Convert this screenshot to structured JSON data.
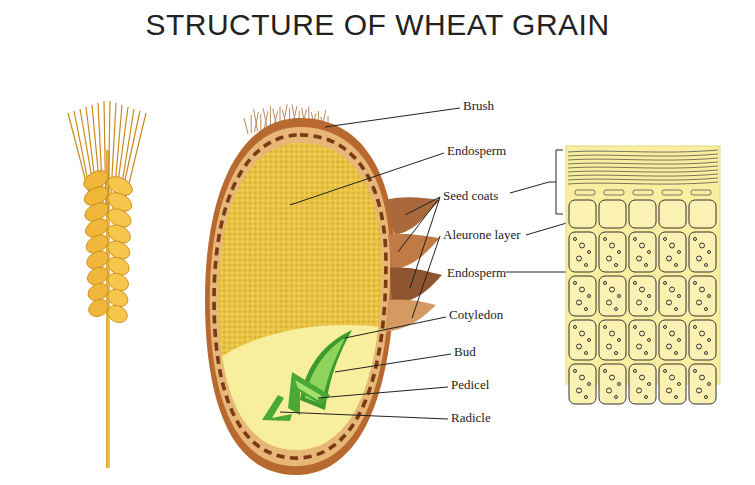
{
  "diagram": {
    "title": "STRUCTURE OF WHEAT GRAIN",
    "labels": [
      "Brush",
      "Endosperm",
      "Seed coats",
      "Aleurone layer",
      "Endosperm",
      "Cotyledon",
      "Bud",
      "Pedicel",
      "Radicle"
    ]
  }
}
